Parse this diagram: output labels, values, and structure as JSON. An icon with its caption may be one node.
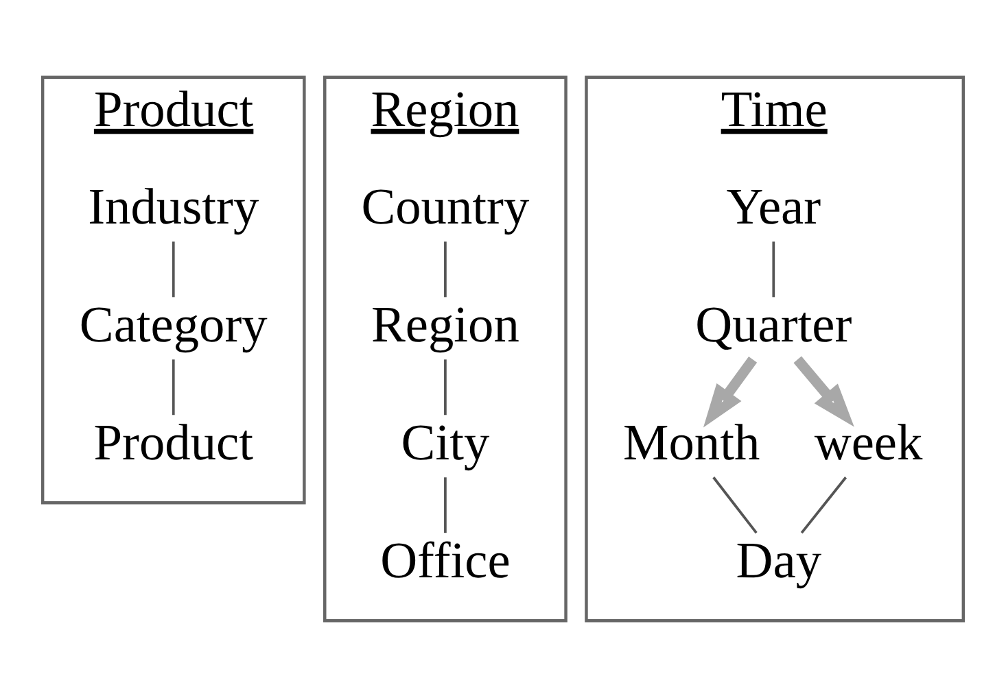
{
  "diagram": {
    "nodes": [
      {
        "text": [
          "Product"
        ]
      },
      {
        "text": [
          "Industry"
        ],
        "in": 0
      },
      {
        "text": [
          "Category"
        ],
        "in": 0
      },
      {
        "text": [
          "Product"
        ],
        "in": 0
      },
      {
        "text": [
          "Region"
        ]
      },
      {
        "text": [
          "Country"
        ],
        "in": 4
      },
      {
        "text": [
          "Region"
        ],
        "in": 4
      },
      {
        "text": [
          "City"
        ],
        "in": 4
      },
      {
        "text": [
          "Office"
        ],
        "in": 4
      },
      {
        "text": [
          "Time"
        ]
      },
      {
        "text": [
          "Year"
        ],
        "in": 9
      },
      {
        "text": [
          "Quarter"
        ],
        "in": 9
      },
      {
        "text": [
          "Month"
        ],
        "in": 9
      },
      {
        "text": [
          "week"
        ],
        "in": 9
      },
      {
        "text": [
          "Day"
        ],
        "in": 9
      }
    ],
    "edges": [
      {
        "from": 1,
        "to": 2,
        "arrow": "none"
      },
      {
        "from": 2,
        "to": 3,
        "arrow": "none"
      },
      {
        "from": 5,
        "to": 6,
        "arrow": "none"
      },
      {
        "from": 6,
        "to": 7,
        "arrow": "none"
      },
      {
        "from": 7,
        "to": 8,
        "arrow": "none"
      },
      {
        "from": 10,
        "to": 11,
        "arrow": "none"
      },
      {
        "from": 11,
        "to": 12,
        "arrow": "to",
        "style": "thick",
        "color": "#a8a8a8"
      },
      {
        "from": 11,
        "to": 13,
        "arrow": "to",
        "style": "thick",
        "color": "#a8a8a8"
      },
      {
        "from": 12,
        "to": 14,
        "arrow": "none"
      },
      {
        "from": 13,
        "to": 14,
        "arrow": "none"
      }
    ]
  }
}
